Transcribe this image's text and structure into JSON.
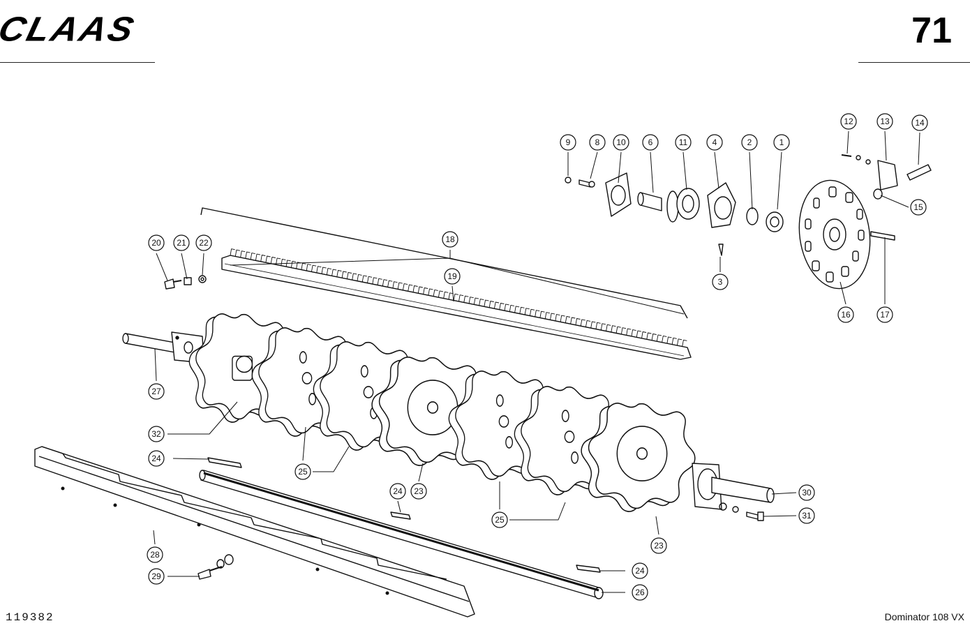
{
  "header": {
    "brand": "CLAAS",
    "page_number": "71"
  },
  "footer": {
    "drawing_number": "119382",
    "model": "Dominator 108 VX"
  },
  "callouts": [
    {
      "id": "c1",
      "label": "1"
    },
    {
      "id": "c2",
      "label": "2"
    },
    {
      "id": "c3",
      "label": "3"
    },
    {
      "id": "c4",
      "label": "4"
    },
    {
      "id": "c6",
      "label": "6"
    },
    {
      "id": "c8",
      "label": "8"
    },
    {
      "id": "c9",
      "label": "9"
    },
    {
      "id": "c10",
      "label": "10"
    },
    {
      "id": "c11",
      "label": "11"
    },
    {
      "id": "c12",
      "label": "12"
    },
    {
      "id": "c13",
      "label": "13"
    },
    {
      "id": "c14",
      "label": "14"
    },
    {
      "id": "c15",
      "label": "15"
    },
    {
      "id": "c16",
      "label": "16"
    },
    {
      "id": "c17",
      "label": "17"
    },
    {
      "id": "c18",
      "label": "18"
    },
    {
      "id": "c19",
      "label": "19"
    },
    {
      "id": "c20",
      "label": "20"
    },
    {
      "id": "c21",
      "label": "21"
    },
    {
      "id": "c22",
      "label": "22"
    },
    {
      "id": "c23a",
      "label": "23"
    },
    {
      "id": "c23b",
      "label": "23"
    },
    {
      "id": "c24a",
      "label": "24"
    },
    {
      "id": "c24b",
      "label": "24"
    },
    {
      "id": "c24c",
      "label": "24"
    },
    {
      "id": "c25a",
      "label": "25"
    },
    {
      "id": "c25b",
      "label": "25"
    },
    {
      "id": "c26",
      "label": "26"
    },
    {
      "id": "c27",
      "label": "27"
    },
    {
      "id": "c28",
      "label": "28"
    },
    {
      "id": "c29",
      "label": "29"
    },
    {
      "id": "c30",
      "label": "30"
    },
    {
      "id": "c31",
      "label": "31"
    },
    {
      "id": "c32",
      "label": "32"
    }
  ]
}
